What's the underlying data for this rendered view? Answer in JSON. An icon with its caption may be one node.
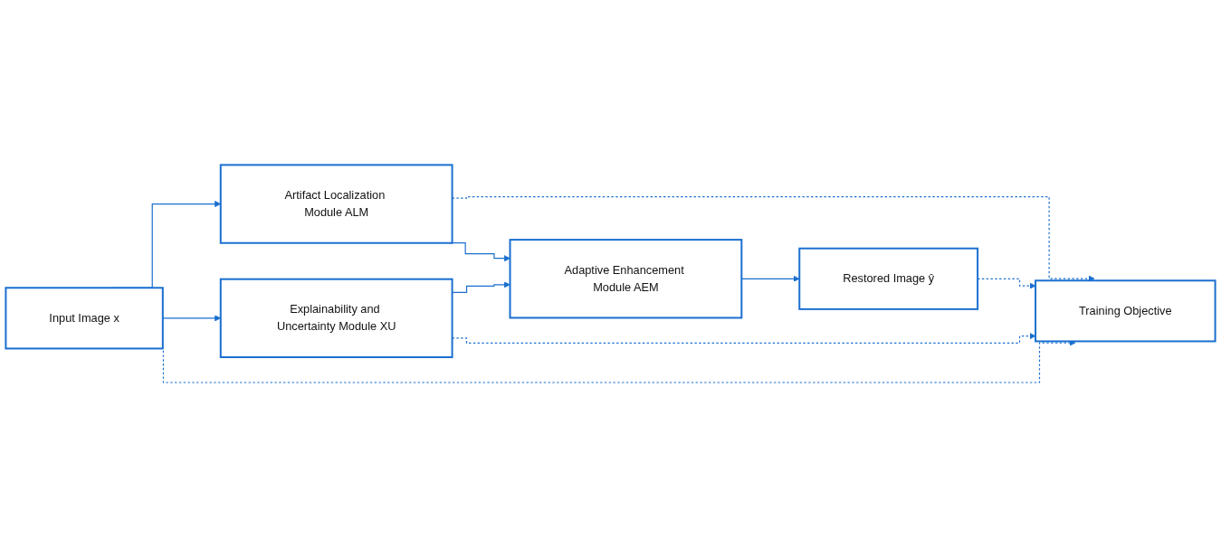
{
  "diagram": {
    "nodes": [
      {
        "text": [
          "Adaptive Enhancement Module AEM"
        ]
      },
      {
        "text": [
          "Artifact Localization Module ALM"
        ]
      },
      {
        "text": [
          "Restored Image ŷ"
        ]
      },
      {
        "text": [
          "Input Image x"
        ]
      },
      {
        "text": [
          "Explainability and Uncertainty Module XU"
        ]
      },
      {
        "text": [
          "Training Objective"
        ]
      }
    ],
    "edges": [
      {
        "from": 3,
        "to": 1,
        "arrow": "to"
      },
      {
        "from": 3,
        "to": 4,
        "arrow": "to"
      },
      {
        "from": 1,
        "to": 0,
        "arrow": "to"
      },
      {
        "from": 4,
        "to": 0,
        "arrow": "to"
      },
      {
        "from": 0,
        "to": 2,
        "arrow": "to"
      },
      {
        "from": 1,
        "to": 5,
        "arrow": "to",
        "style": "dashed"
      },
      {
        "from": 2,
        "to": 5,
        "arrow": "to",
        "style": "dashed"
      },
      {
        "from": 4,
        "to": 5,
        "arrow": "to",
        "style": "dashed"
      },
      {
        "from": 3,
        "to": 5,
        "arrow": "to",
        "style": "dashed"
      }
    ]
  }
}
